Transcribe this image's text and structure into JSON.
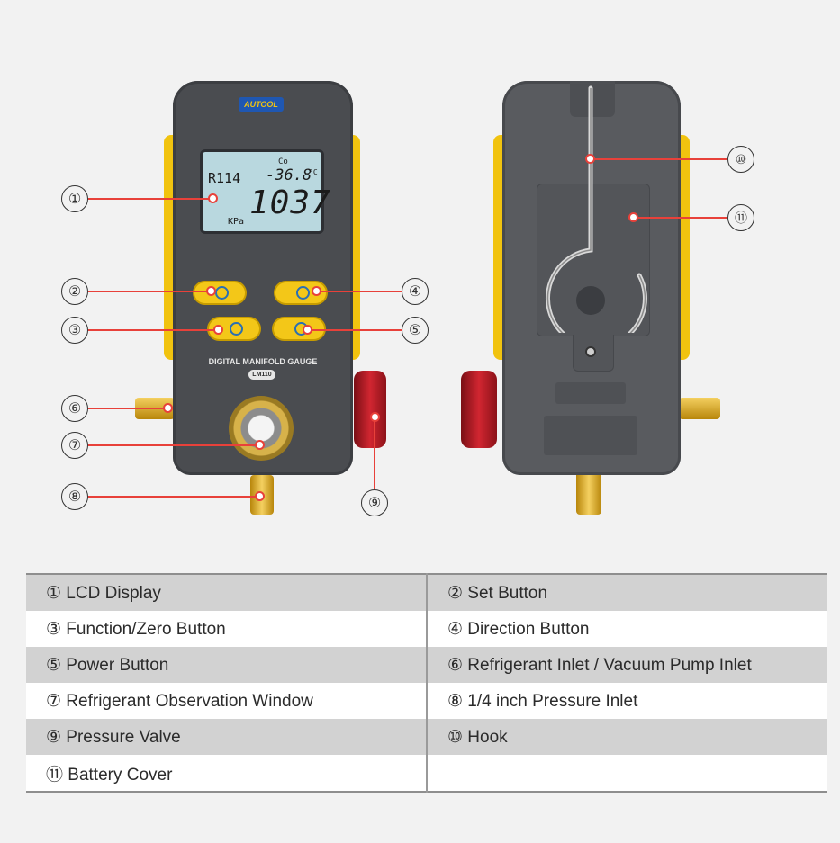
{
  "product": {
    "brand": "AUTOOL",
    "name": "DIGITAL MANIFOLD GAUGE",
    "model": "LM110"
  },
  "lcd": {
    "refrigerant": "R114",
    "temp_label": "Co",
    "temperature": "-36.8",
    "temp_unit": "°C",
    "pressure": "1037",
    "pressure_unit": "KPa"
  },
  "callouts": [
    "①",
    "②",
    "③",
    "④",
    "⑤",
    "⑥",
    "⑦",
    "⑧",
    "⑨",
    "⑩",
    "⑪"
  ],
  "legend": {
    "rows": [
      [
        "① LCD Display",
        "② Set Button"
      ],
      [
        "③ Function/Zero Button",
        "④ Direction Button"
      ],
      [
        "⑤ Power Button",
        "⑥ Refrigerant Inlet / Vacuum Pump Inlet"
      ],
      [
        "⑦ Refrigerant Observation Window",
        "⑧ 1/4 inch Pressure Inlet"
      ],
      [
        "⑨ Pressure Valve",
        "⑩ Hook"
      ],
      [
        "⑪ Battery Cover",
        ""
      ]
    ]
  },
  "colors": {
    "accent_line": "#e8413a",
    "body": "#4a4c50",
    "bumper": "#f1c30f",
    "knob": "#c2202a",
    "brass": "#d4a12a"
  }
}
